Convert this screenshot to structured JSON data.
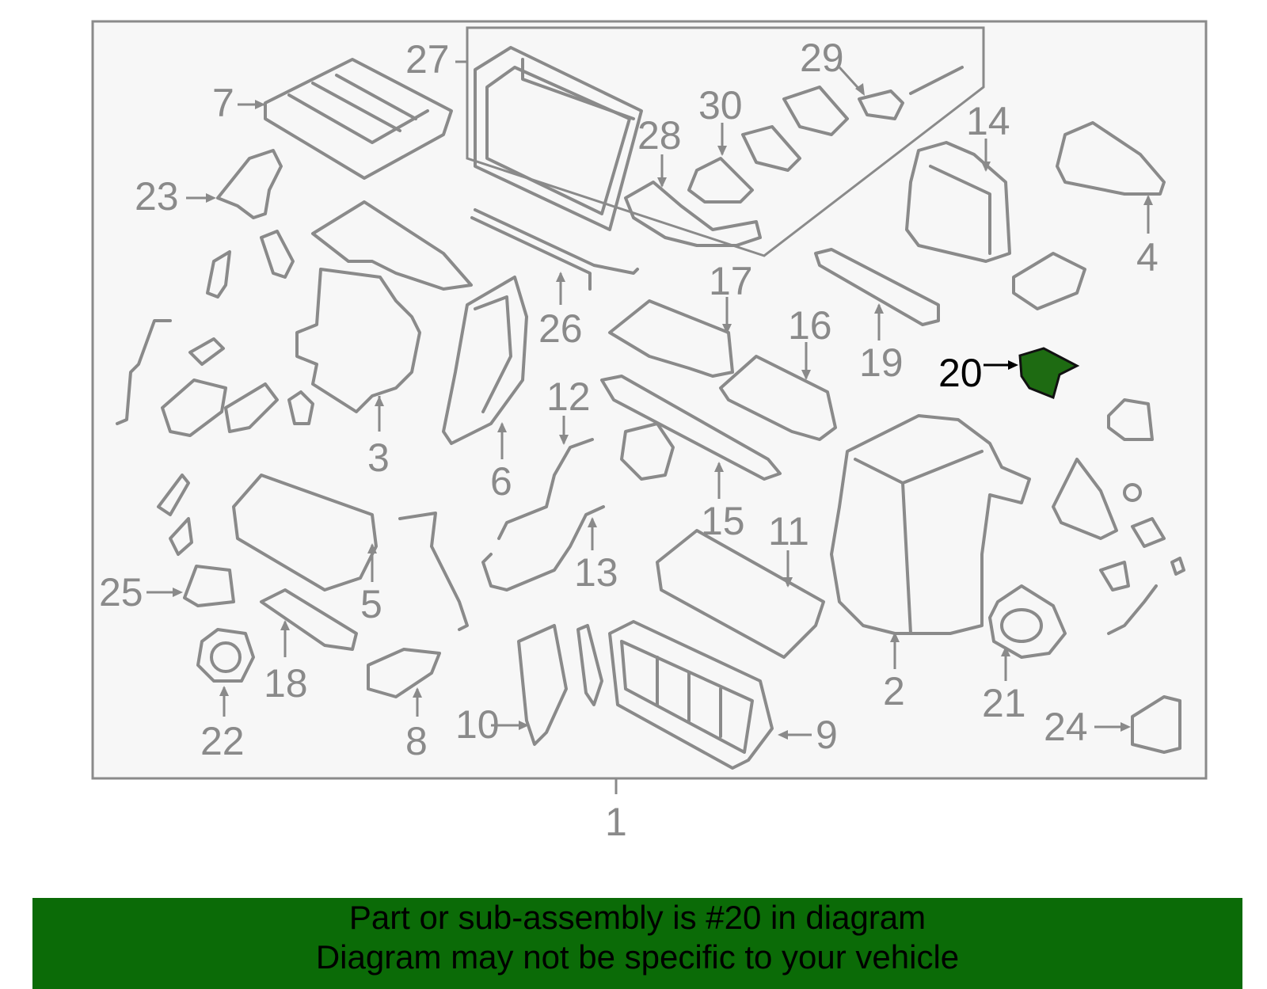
{
  "diagram": {
    "labels": [
      "1",
      "2",
      "3",
      "4",
      "5",
      "6",
      "7",
      "8",
      "9",
      "10",
      "11",
      "12",
      "13",
      "14",
      "15",
      "16",
      "17",
      "18",
      "19",
      "20",
      "21",
      "22",
      "23",
      "24",
      "25",
      "26",
      "27",
      "28",
      "29",
      "30"
    ],
    "highlighted_part": "20"
  },
  "colors": {
    "line_gray": "#8a8a8a",
    "frame_bg": "#f7f7f7",
    "highlight_fill": "#1e6b12",
    "banner_bg": "#0b6b07",
    "banner_text": "#000000"
  },
  "banner": {
    "line1": "Part or sub-assembly is #20 in diagram",
    "line2": "Diagram may not be specific to your vehicle"
  }
}
